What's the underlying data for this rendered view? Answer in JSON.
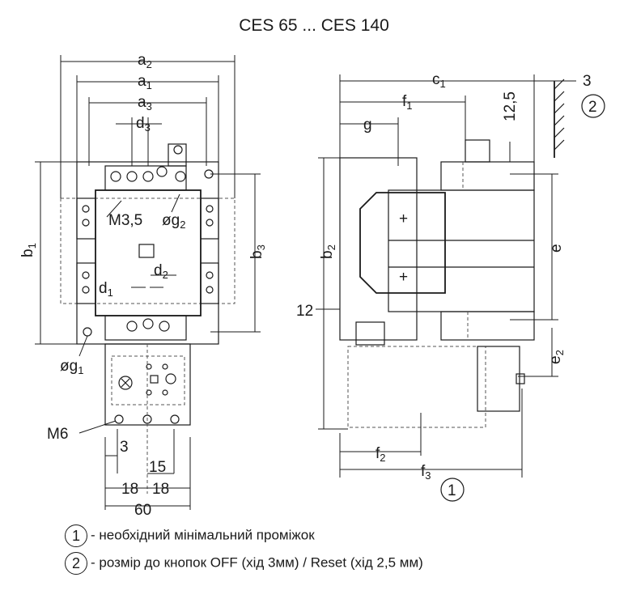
{
  "title": "CES 65 ... CES 140",
  "labels": {
    "a2": "a",
    "a2_sub": "2",
    "a1": "a",
    "a1_sub": "1",
    "a3": "a",
    "a3_sub": "3",
    "d3": "d",
    "d3_sub": "3",
    "d2": "d",
    "d2_sub": "2",
    "d1": "d",
    "d1_sub": "1",
    "b1": "b",
    "b1_sub": "1",
    "b3": "b",
    "b3_sub": "3",
    "b2": "b",
    "b2_sub": "2",
    "m35": "M3,5",
    "g2": "øg",
    "g2_sub": "2",
    "g1": "øg",
    "g1_sub": "1",
    "m6": "M6",
    "dim3": "3",
    "dim15": "15",
    "dim18a": "18",
    "dim18b": "18",
    "dim60": "60",
    "c1": "c",
    "c1_sub": "1",
    "f1": "f",
    "f1_sub": "1",
    "g": "g",
    "f2": "f",
    "f2_sub": "2",
    "f3": "f",
    "f3_sub": "3",
    "e": "e",
    "e2": "e",
    "e2_sub": "2",
    "dim12": "12",
    "dim125": "12,5",
    "dim3r": "3",
    "marker1": "1",
    "marker2": "2"
  },
  "notes": [
    {
      "marker": "1",
      "text": "- необхідний мінімальний проміжок"
    },
    {
      "marker": "2",
      "text": "- розмір до кнопок OFF (хід 3мм) / Reset (хід 2,5 мм)"
    }
  ]
}
